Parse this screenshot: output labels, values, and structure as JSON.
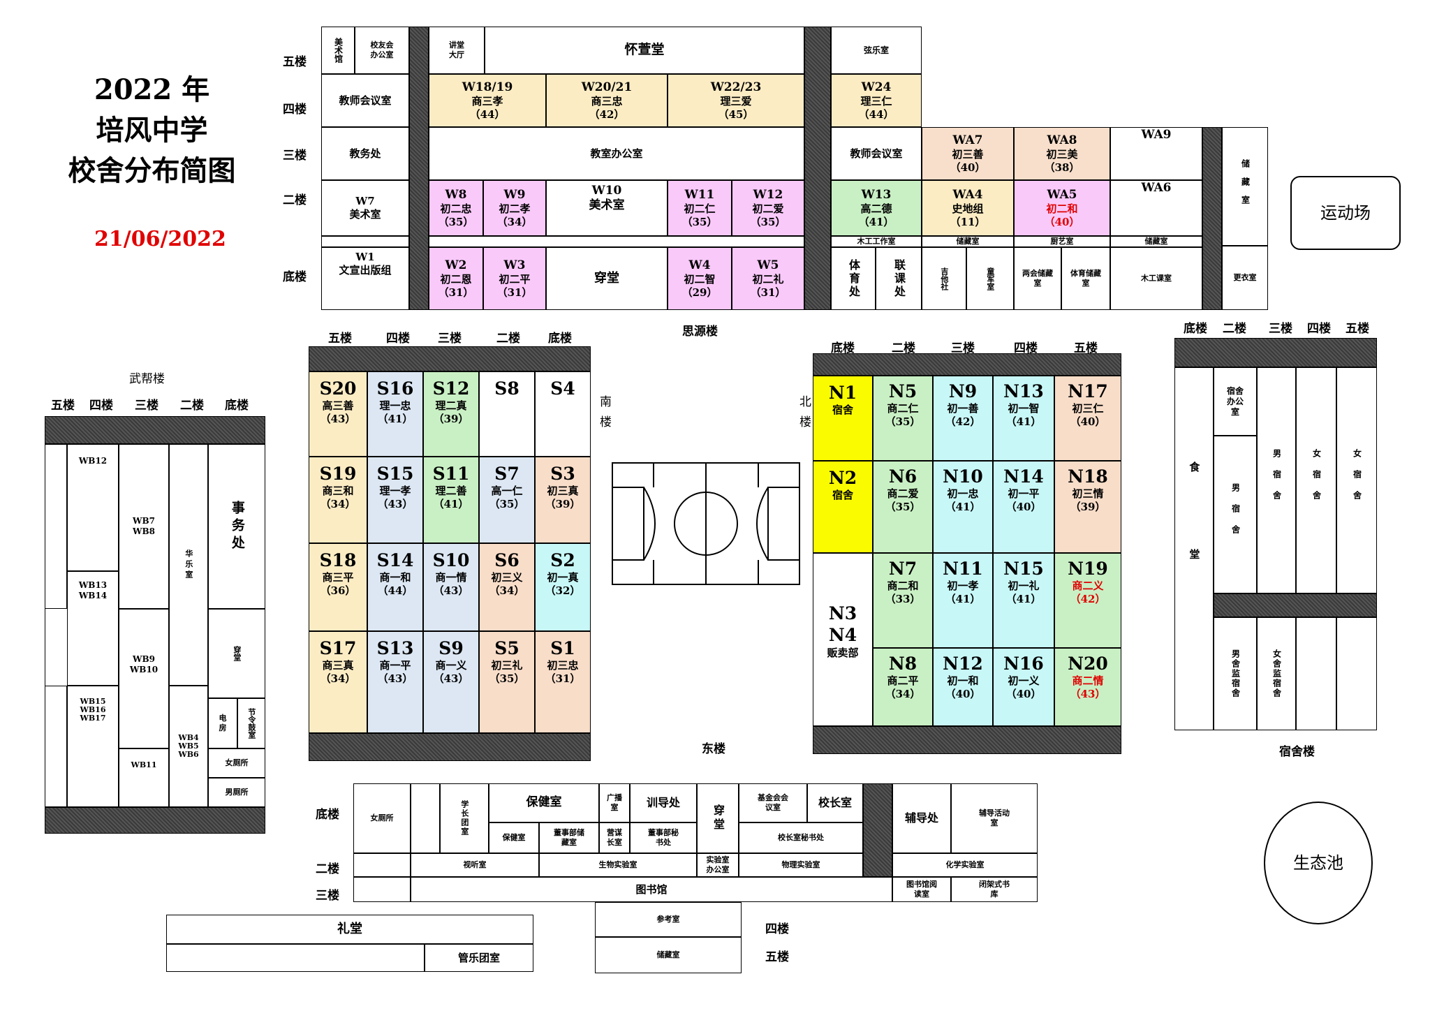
{
  "title": {
    "line1": "2022 年",
    "line2": "培风中学",
    "line3": "校舍分布简图",
    "date": "21/06/2022"
  },
  "floors": {
    "f5": "五楼",
    "f4": "四楼",
    "f3": "三楼",
    "f2": "二楼",
    "f1": "底楼"
  },
  "siyuan": {
    "name": "思源楼",
    "meishuguan": "美术馆",
    "xiaoyouhui": "校友会办公室",
    "jiangtang": "讲堂大厅",
    "huaixuan": "怀萱堂",
    "xianyue": "弦乐室",
    "jiaoshi_huiyi": "教师会议室",
    "jiaowu": "教务处",
    "jiaoshi_bangong": "教室办公室",
    "jiaoshi_huiyi2": "教师会议室",
    "w18": {
      "code": "W18/19",
      "cls": "商三孝",
      "n": "（44）"
    },
    "w20": {
      "code": "W20/21",
      "cls": "商三忠",
      "n": "（42）"
    },
    "w22": {
      "code": "W22/23",
      "cls": "理三爱",
      "n": "（45）"
    },
    "w24": {
      "code": "W24",
      "cls": "理三仁",
      "n": "（44）"
    },
    "wa7": {
      "code": "WA7",
      "cls": "初三善",
      "n": "（40）"
    },
    "wa8": {
      "code": "WA8",
      "cls": "初三美",
      "n": "（38）"
    },
    "wa9": {
      "code": "WA9"
    },
    "storage": "储藏室",
    "w7": {
      "code": "W7",
      "cls": "美术室"
    },
    "w8": {
      "code": "W8",
      "cls": "初二忠",
      "n": "（35）"
    },
    "w9": {
      "code": "W9",
      "cls": "初二孝",
      "n": "（34）"
    },
    "w10": {
      "code": "W10",
      "cls": "美术室"
    },
    "w11": {
      "code": "W11",
      "cls": "初二仁",
      "n": "（35）"
    },
    "w12": {
      "code": "W12",
      "cls": "初二爱",
      "n": "（35）"
    },
    "w13": {
      "code": "W13",
      "cls": "高二德",
      "n": "（41）"
    },
    "wa4": {
      "code": "WA4",
      "cls": "史地组",
      "n": "（11）"
    },
    "wa5": {
      "code": "WA5",
      "cls": "初二和",
      "n": "（40）"
    },
    "wa6": {
      "code": "WA6"
    },
    "mugong": "木工工作室",
    "chucang1": "储藏室",
    "chuyi": "厨艺室",
    "chucang2": "储藏室",
    "w1": {
      "code": "W1",
      "cls": "文宣出版组"
    },
    "w2": {
      "code": "W2",
      "cls": "初二恩",
      "n": "（31）"
    },
    "w3": {
      "code": "W3",
      "cls": "初二平",
      "n": "（31）"
    },
    "chuantang": "穿堂",
    "w4": {
      "code": "W4",
      "cls": "初二智",
      "n": "（29）"
    },
    "w5": {
      "code": "W5",
      "cls": "初二礼",
      "n": "（31）"
    },
    "tiyuchu": "体育处",
    "liankechu": "联课处",
    "jitashe": "吉他社",
    "tongjunshi": "童军室",
    "lianghui": "两会储藏室",
    "tiyuchucang": "体育储藏室",
    "mugongketang": "木工课室",
    "gengyi": "更衣室"
  },
  "sports": "运动场",
  "wubang": {
    "name": "武帮楼",
    "wb12": "WB12",
    "wb7": "WB7",
    "wb8": "WB8",
    "wb13": "WB13",
    "wb14": "WB14",
    "wb9": "WB9",
    "wb10": "WB10",
    "wb15": "WB15",
    "wb16": "WB16",
    "wb17": "WB17",
    "wb11": "WB11",
    "wb4": "WB4",
    "wb5": "WB5",
    "wb6": "WB6",
    "huale": "华乐室",
    "shiwu": "事务处",
    "chuantang": "穿堂",
    "dianfang": "电房",
    "jieling": "节令鼓室",
    "nvce": "女厕所",
    "nance": "男厕所"
  },
  "south": {
    "name": "南楼",
    "rows": [
      [
        {
          "code": "S20",
          "cls": "高三善",
          "n": "（43）",
          "bg": "cream"
        },
        {
          "code": "S16",
          "cls": "理一忠",
          "n": "（41）",
          "bg": "lblue"
        },
        {
          "code": "S12",
          "cls": "理二真",
          "n": "（39）",
          "bg": "lgreen"
        },
        {
          "code": "S8",
          "cls": "",
          "n": "",
          "bg": ""
        },
        {
          "code": "S4",
          "cls": "",
          "n": "",
          "bg": ""
        }
      ],
      [
        {
          "code": "S19",
          "cls": "商三和",
          "n": "（34）",
          "bg": "cream"
        },
        {
          "code": "S15",
          "cls": "理一孝",
          "n": "（43）",
          "bg": "lblue"
        },
        {
          "code": "S11",
          "cls": "理二善",
          "n": "（41）",
          "bg": "lgreen"
        },
        {
          "code": "S7",
          "cls": "高一仁",
          "n": "（35）",
          "bg": "lblue"
        },
        {
          "code": "S3",
          "cls": "初三真",
          "n": "（39）",
          "bg": "salmon"
        }
      ],
      [
        {
          "code": "S18",
          "cls": "商三平",
          "n": "（36）",
          "bg": "cream"
        },
        {
          "code": "S14",
          "cls": "商一和",
          "n": "（44）",
          "bg": "lblue"
        },
        {
          "code": "S10",
          "cls": "商一情",
          "n": "（43）",
          "bg": "lblue"
        },
        {
          "code": "S6",
          "cls": "初三义",
          "n": "（34）",
          "bg": "salmon"
        },
        {
          "code": "S2",
          "cls": "初一真",
          "n": "（32）",
          "bg": "lcyan"
        }
      ],
      [
        {
          "code": "S17",
          "cls": "商三真",
          "n": "（34）",
          "bg": "cream"
        },
        {
          "code": "S13",
          "cls": "商一平",
          "n": "（43）",
          "bg": "lblue"
        },
        {
          "code": "S9",
          "cls": "商一义",
          "n": "（43）",
          "bg": "lblue"
        },
        {
          "code": "S5",
          "cls": "初三礼",
          "n": "（35）",
          "bg": "salmon"
        },
        {
          "code": "S1",
          "cls": "初三忠",
          "n": "（31）",
          "bg": "salmon"
        }
      ]
    ]
  },
  "east": "东楼",
  "north": {
    "name": "北楼",
    "n1": {
      "code": "N1",
      "cls": "宿舍"
    },
    "n2": {
      "code": "N2",
      "cls": "宿舍"
    },
    "n3": "N3",
    "n4": "N4",
    "shop": "贩卖部",
    "rows": [
      [
        {
          "code": "N5",
          "cls": "商二仁",
          "n": "（35）",
          "bg": "lgreen"
        },
        {
          "code": "N9",
          "cls": "初一善",
          "n": "（42）",
          "bg": "lcyan"
        },
        {
          "code": "N13",
          "cls": "初一智",
          "n": "（41）",
          "bg": "lcyan"
        },
        {
          "code": "N17",
          "cls": "初三仁",
          "n": "（40）",
          "bg": "salmon"
        }
      ],
      [
        {
          "code": "N6",
          "cls": "商二爱",
          "n": "（35）",
          "bg": "lgreen"
        },
        {
          "code": "N10",
          "cls": "初一忠",
          "n": "（41）",
          "bg": "lcyan"
        },
        {
          "code": "N14",
          "cls": "初一平",
          "n": "（40）",
          "bg": "lcyan"
        },
        {
          "code": "N18",
          "cls": "初三情",
          "n": "（39）",
          "bg": "salmon"
        }
      ],
      [
        {
          "code": "N7",
          "cls": "商二和",
          "n": "（33）",
          "bg": "lgreen"
        },
        {
          "code": "N11",
          "cls": "初一孝",
          "n": "（41）",
          "bg": "lcyan"
        },
        {
          "code": "N15",
          "cls": "初一礼",
          "n": "（41）",
          "bg": "lcyan"
        },
        {
          "code": "N19",
          "cls": "商二义",
          "n": "（42）",
          "bg": "lgreen",
          "red": true
        }
      ],
      [
        {
          "code": "N8",
          "cls": "商二平",
          "n": "（34）",
          "bg": "lgreen"
        },
        {
          "code": "N12",
          "cls": "初一和",
          "n": "（40）",
          "bg": "lcyan"
        },
        {
          "code": "N16",
          "cls": "初一义",
          "n": "（40）",
          "bg": "lcyan"
        },
        {
          "code": "N20",
          "cls": "商二情",
          "n": "（43）",
          "bg": "lgreen",
          "red": true
        }
      ]
    ]
  },
  "dorm": {
    "name": "宿舍楼",
    "shitang": "食堂",
    "sushe_bangong": "宿舍办公室",
    "nansushe": "男宿舍",
    "nansushe2": "男宿舍",
    "nvsushe": "女宿舍",
    "nvsushe2": "女宿舍",
    "nanjian": "男舍监宿舍",
    "nvjian": "女舍监宿舍"
  },
  "admin": {
    "nvce": "女厕所",
    "xuezhangtuan": "学长团室",
    "baojian": "保健室",
    "baojian2": "保健室",
    "guangbo": "广播室",
    "xundao": "训导处",
    "chuantang": "穿堂",
    "jijinhui": "基金会会议室",
    "xiaozhang": "校长室",
    "fudao": "辅导处",
    "fudao_huodong": "辅导活动室",
    "dongshi_chucang": "董事部储藏室",
    "yingzhang": "营谋长室",
    "dongshi_mishu": "董事部秘书处",
    "xiaozhang_mishu": "校长室秘书处",
    "shiting": "视听室",
    "shengwu": "生物实验室",
    "shiyan_bangong": "实验室办公室",
    "wuli": "物理实验室",
    "huaxue": "化学实验室",
    "tushuguan": "图书馆",
    "yuedu": "图书馆阅读室",
    "bijia": "闭架式书库",
    "cankao": "参考室",
    "chucang": "储藏室"
  },
  "litang": "礼堂",
  "guanyue": "管乐团室",
  "pond": "生态池"
}
